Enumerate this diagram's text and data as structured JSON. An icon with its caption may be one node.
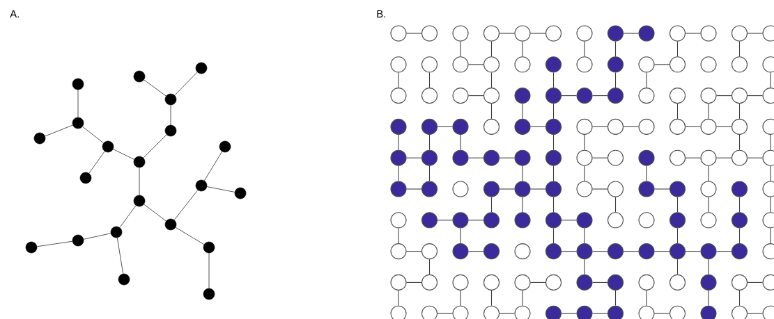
{
  "diagram": {
    "nodes": [
      {
        "text": [],
        "shape": "dot"
      },
      {
        "text": [],
        "shape": "dot"
      },
      {
        "text": [],
        "shape": "dot"
      },
      {
        "text": [],
        "shape": "dot"
      },
      {
        "text": [],
        "shape": "dot"
      },
      {
        "text": [],
        "shape": "dot"
      },
      {
        "text": [],
        "shape": "dot"
      },
      {
        "text": [],
        "shape": "dot"
      },
      {
        "text": [],
        "shape": "dot"
      },
      {
        "text": [],
        "shape": "dot"
      },
      {
        "text": [],
        "shape": "dot"
      },
      {
        "text": [],
        "shape": "dot"
      },
      {
        "text": [],
        "shape": "dot"
      },
      {
        "text": [],
        "shape": "dot"
      },
      {
        "text": [],
        "shape": "dot"
      },
      {
        "text": [],
        "shape": "dot"
      },
      {
        "text": [],
        "shape": "dot"
      },
      {
        "text": [],
        "shape": "dot"
      },
      {
        "text": [],
        "shape": "dot"
      },
      {
        "text": [],
        "shape": "dot"
      },
      {
        "text": [],
        "shape": "dot"
      },
      {
        "text": [],
        "shape": "circle"
      },
      {
        "text": [],
        "shape": "circle"
      },
      {
        "text": [],
        "shape": "circle"
      },
      {
        "text": [],
        "shape": "circle"
      },
      {
        "text": [],
        "shape": "circle"
      },
      {
        "text": [],
        "shape": "circle"
      },
      {
        "text": [],
        "shape": "circle"
      },
      {
        "text": [],
        "shape": "dot"
      },
      {
        "text": [],
        "shape": "dot"
      },
      {
        "text": [],
        "shape": "circle"
      },
      {
        "text": [],
        "shape": "circle"
      },
      {
        "text": [],
        "shape": "circle"
      },
      {
        "text": [],
        "shape": "circle"
      },
      {
        "text": [],
        "shape": "circle"
      },
      {
        "text": [],
        "shape": "circle"
      },
      {
        "text": [],
        "shape": "circle"
      },
      {
        "text": [],
        "shape": "circle"
      },
      {
        "text": [],
        "shape": "circle"
      },
      {
        "text": [],
        "shape": "dot"
      },
      {
        "text": [],
        "shape": "circle"
      },
      {
        "text": [],
        "shape": "dot"
      },
      {
        "text": [],
        "shape": "circle"
      },
      {
        "text": [],
        "shape": "circle"
      },
      {
        "text": [],
        "shape": "circle"
      },
      {
        "text": [],
        "shape": "circle"
      },
      {
        "text": [],
        "shape": "circle"
      },
      {
        "text": [],
        "shape": "circle"
      },
      {
        "text": [],
        "shape": "circle"
      },
      {
        "text": [],
        "shape": "circle"
      },
      {
        "text": [],
        "shape": "circle"
      },
      {
        "text": [],
        "shape": "dot"
      },
      {
        "text": [],
        "shape": "dot"
      },
      {
        "text": [],
        "shape": "dot"
      },
      {
        "text": [],
        "shape": "dot"
      },
      {
        "text": [],
        "shape": "circle"
      },
      {
        "text": [],
        "shape": "circle"
      },
      {
        "text": [],
        "shape": "circle"
      },
      {
        "text": [],
        "shape": "circle"
      },
      {
        "text": [],
        "shape": "circle"
      },
      {
        "text": [],
        "shape": "dot"
      },
      {
        "text": [],
        "shape": "dot"
      },
      {
        "text": [],
        "shape": "dot"
      },
      {
        "text": [],
        "shape": "circle"
      },
      {
        "text": [],
        "shape": "dot"
      },
      {
        "text": [],
        "shape": "dot"
      },
      {
        "text": [],
        "shape": "circle"
      },
      {
        "text": [],
        "shape": "circle"
      },
      {
        "text": [],
        "shape": "circle"
      },
      {
        "text": [],
        "shape": "circle"
      },
      {
        "text": [],
        "shape": "circle"
      },
      {
        "text": [],
        "shape": "circle"
      },
      {
        "text": [],
        "shape": "circle"
      },
      {
        "text": [],
        "shape": "dot"
      },
      {
        "text": [],
        "shape": "dot"
      },
      {
        "text": [],
        "shape": "dot"
      },
      {
        "text": [],
        "shape": "dot"
      },
      {
        "text": [],
        "shape": "dot"
      },
      {
        "text": [],
        "shape": "dot"
      },
      {
        "text": [],
        "shape": "circle"
      },
      {
        "text": [],
        "shape": "circle"
      },
      {
        "text": [],
        "shape": "dot"
      },
      {
        "text": [],
        "shape": "circle"
      },
      {
        "text": [],
        "shape": "circle"
      },
      {
        "text": [],
        "shape": "circle"
      },
      {
        "text": [],
        "shape": "circle"
      },
      {
        "text": [],
        "shape": "dot"
      },
      {
        "text": [],
        "shape": "dot"
      },
      {
        "text": [],
        "shape": "circle"
      },
      {
        "text": [],
        "shape": "dot"
      },
      {
        "text": [],
        "shape": "dot"
      },
      {
        "text": [],
        "shape": "dot"
      },
      {
        "text": [],
        "shape": "circle"
      },
      {
        "text": [],
        "shape": "circle"
      },
      {
        "text": [],
        "shape": "dot"
      },
      {
        "text": [],
        "shape": "dot"
      },
      {
        "text": [],
        "shape": "circle"
      },
      {
        "text": [],
        "shape": "dot"
      },
      {
        "text": [],
        "shape": "circle"
      },
      {
        "text": [],
        "shape": "circle"
      },
      {
        "text": [],
        "shape": "dot"
      },
      {
        "text": [],
        "shape": "dot"
      },
      {
        "text": [],
        "shape": "dot"
      },
      {
        "text": [],
        "shape": "dot"
      },
      {
        "text": [],
        "shape": "dot"
      },
      {
        "text": [],
        "shape": "dot"
      },
      {
        "text": [],
        "shape": "circle"
      },
      {
        "text": [],
        "shape": "circle"
      },
      {
        "text": [],
        "shape": "dot"
      },
      {
        "text": [],
        "shape": "circle"
      },
      {
        "text": [],
        "shape": "dot"
      },
      {
        "text": [],
        "shape": "circle"
      },
      {
        "text": [],
        "shape": "circle"
      },
      {
        "text": [],
        "shape": "circle"
      },
      {
        "text": [],
        "shape": "dot"
      },
      {
        "text": [],
        "shape": "dot"
      },
      {
        "text": [],
        "shape": "circle"
      },
      {
        "text": [],
        "shape": "dot"
      },
      {
        "text": [],
        "shape": "dot"
      },
      {
        "text": [],
        "shape": "dot"
      },
      {
        "text": [],
        "shape": "dot"
      },
      {
        "text": [],
        "shape": "dot"
      },
      {
        "text": [],
        "shape": "dot"
      },
      {
        "text": [],
        "shape": "dot"
      },
      {
        "text": [],
        "shape": "circle"
      },
      {
        "text": [],
        "shape": "circle"
      },
      {
        "text": [],
        "shape": "circle"
      },
      {
        "text": [],
        "shape": "circle"
      },
      {
        "text": [],
        "shape": "circle"
      },
      {
        "text": [],
        "shape": "circle"
      },
      {
        "text": [],
        "shape": "circle"
      },
      {
        "text": [],
        "shape": "dot"
      },
      {
        "text": [],
        "shape": "dot"
      },
      {
        "text": [],
        "shape": "circle"
      },
      {
        "text": [],
        "shape": "circle"
      },
      {
        "text": [],
        "shape": "dot"
      },
      {
        "text": [],
        "shape": "circle"
      },
      {
        "text": [],
        "shape": "circle"
      },
      {
        "text": [],
        "shape": "circle"
      },
      {
        "text": [],
        "shape": "circle"
      },
      {
        "text": [],
        "shape": "circle"
      },
      {
        "text": [],
        "shape": "circle"
      },
      {
        "text": [],
        "shape": "circle"
      },
      {
        "text": [],
        "shape": "dot"
      },
      {
        "text": [],
        "shape": "dot"
      },
      {
        "text": [],
        "shape": "dot"
      },
      {
        "text": [],
        "shape": "circle"
      },
      {
        "text": [],
        "shape": "circle"
      },
      {
        "text": [],
        "shape": "dot"
      },
      {
        "text": [],
        "shape": "circle"
      },
      {
        "text": [],
        "shape": "circle"
      }
    ],
    "edges": [
      {
        "from": 0,
        "to": 2,
        "arrow": "none"
      },
      {
        "from": 1,
        "to": 2,
        "arrow": "none"
      },
      {
        "from": 2,
        "to": 6,
        "arrow": "none"
      },
      {
        "from": 6,
        "to": 9,
        "arrow": "none"
      },
      {
        "from": 3,
        "to": 4,
        "arrow": "none"
      },
      {
        "from": 4,
        "to": 5,
        "arrow": "none"
      },
      {
        "from": 4,
        "to": 7,
        "arrow": "none"
      },
      {
        "from": 7,
        "to": 9,
        "arrow": "none"
      },
      {
        "from": 7,
        "to": 10,
        "arrow": "none"
      },
      {
        "from": 9,
        "to": 13,
        "arrow": "none"
      },
      {
        "from": 13,
        "to": 15,
        "arrow": "none"
      },
      {
        "from": 13,
        "to": 14,
        "arrow": "none"
      },
      {
        "from": 15,
        "to": 16,
        "arrow": "none"
      },
      {
        "from": 16,
        "to": 17,
        "arrow": "none"
      },
      {
        "from": 15,
        "to": 19,
        "arrow": "none"
      },
      {
        "from": 14,
        "to": 11,
        "arrow": "none"
      },
      {
        "from": 11,
        "to": 8,
        "arrow": "none"
      },
      {
        "from": 11,
        "to": 12,
        "arrow": "none"
      },
      {
        "from": 14,
        "to": 18,
        "arrow": "none"
      },
      {
        "from": 18,
        "to": 20,
        "arrow": "none"
      },
      {
        "from": 21,
        "to": 22,
        "arrow": "none"
      },
      {
        "from": 24,
        "to": 25,
        "arrow": "none"
      },
      {
        "from": 25,
        "to": 26,
        "arrow": "none"
      },
      {
        "from": 28,
        "to": 29,
        "arrow": "none"
      },
      {
        "from": 30,
        "to": 31,
        "arrow": "none"
      },
      {
        "from": 32,
        "to": 33,
        "arrow": "none"
      },
      {
        "from": 36,
        "to": 37,
        "arrow": "none"
      },
      {
        "from": 42,
        "to": 43,
        "arrow": "none"
      },
      {
        "from": 49,
        "to": 50,
        "arrow": "none"
      },
      {
        "from": 52,
        "to": 53,
        "arrow": "none"
      },
      {
        "from": 53,
        "to": 54,
        "arrow": "none"
      },
      {
        "from": 57,
        "to": 58,
        "arrow": "none"
      },
      {
        "from": 58,
        "to": 59,
        "arrow": "none"
      },
      {
        "from": 61,
        "to": 62,
        "arrow": "none"
      },
      {
        "from": 64,
        "to": 65,
        "arrow": "none"
      },
      {
        "from": 66,
        "to": 67,
        "arrow": "none"
      },
      {
        "from": 67,
        "to": 68,
        "arrow": "none"
      },
      {
        "from": 69,
        "to": 70,
        "arrow": "none"
      },
      {
        "from": 70,
        "to": 71,
        "arrow": "none"
      },
      {
        "from": 73,
        "to": 74,
        "arrow": "none"
      },
      {
        "from": 75,
        "to": 76,
        "arrow": "none"
      },
      {
        "from": 76,
        "to": 77,
        "arrow": "none"
      },
      {
        "from": 79,
        "to": 80,
        "arrow": "none"
      },
      {
        "from": 82,
        "to": 83,
        "arrow": "none"
      },
      {
        "from": 83,
        "to": 84,
        "arrow": "none"
      },
      {
        "from": 84,
        "to": 85,
        "arrow": "none"
      },
      {
        "from": 86,
        "to": 87,
        "arrow": "none"
      },
      {
        "from": 89,
        "to": 90,
        "arrow": "none"
      },
      {
        "from": 90,
        "to": 91,
        "arrow": "none"
      },
      {
        "from": 92,
        "to": 93,
        "arrow": "none"
      },
      {
        "from": 94,
        "to": 95,
        "arrow": "none"
      },
      {
        "from": 100,
        "to": 101,
        "arrow": "none"
      },
      {
        "from": 101,
        "to": 102,
        "arrow": "none"
      },
      {
        "from": 104,
        "to": 105,
        "arrow": "none"
      },
      {
        "from": 112,
        "to": 113,
        "arrow": "none"
      },
      {
        "from": 114,
        "to": 115,
        "arrow": "none"
      },
      {
        "from": 117,
        "to": 118,
        "arrow": "none"
      },
      {
        "from": 118,
        "to": 119,
        "arrow": "none"
      },
      {
        "from": 119,
        "to": 120,
        "arrow": "none"
      },
      {
        "from": 120,
        "to": 121,
        "arrow": "none"
      },
      {
        "from": 121,
        "to": 122,
        "arrow": "none"
      },
      {
        "from": 122,
        "to": 123,
        "arrow": "none"
      },
      {
        "from": 125,
        "to": 126,
        "arrow": "none"
      },
      {
        "from": 129,
        "to": 130,
        "arrow": "none"
      },
      {
        "from": 131,
        "to": 132,
        "arrow": "none"
      },
      {
        "from": 136,
        "to": 137,
        "arrow": "none"
      },
      {
        "from": 139,
        "to": 140,
        "arrow": "none"
      },
      {
        "from": 141,
        "to": 142,
        "arrow": "none"
      },
      {
        "from": 143,
        "to": 144,
        "arrow": "none"
      },
      {
        "from": 144,
        "to": 145,
        "arrow": "none"
      },
      {
        "from": 146,
        "to": 147,
        "arrow": "none"
      },
      {
        "from": 149,
        "to": 150,
        "arrow": "none"
      },
      {
        "from": 23,
        "to": 36,
        "arrow": "none"
      },
      {
        "from": 24,
        "to": 37,
        "arrow": "none"
      },
      {
        "from": 25,
        "to": 38,
        "arrow": "none"
      },
      {
        "from": 27,
        "to": 40,
        "arrow": "none"
      },
      {
        "from": 28,
        "to": 41,
        "arrow": "none"
      },
      {
        "from": 30,
        "to": 43,
        "arrow": "none"
      },
      {
        "from": 32,
        "to": 45,
        "arrow": "none"
      },
      {
        "from": 34,
        "to": 47,
        "arrow": "none"
      },
      {
        "from": 35,
        "to": 48,
        "arrow": "none"
      },
      {
        "from": 37,
        "to": 50,
        "arrow": "none"
      },
      {
        "from": 39,
        "to": 52,
        "arrow": "none"
      },
      {
        "from": 41,
        "to": 54,
        "arrow": "none"
      },
      {
        "from": 42,
        "to": 55,
        "arrow": "none"
      },
      {
        "from": 46,
        "to": 59,
        "arrow": "none"
      },
      {
        "from": 50,
        "to": 63,
        "arrow": "none"
      },
      {
        "from": 51,
        "to": 64,
        "arrow": "none"
      },
      {
        "from": 52,
        "to": 65,
        "arrow": "none"
      },
      {
        "from": 56,
        "to": 69,
        "arrow": "none"
      },
      {
        "from": 57,
        "to": 70,
        "arrow": "none"
      },
      {
        "from": 58,
        "to": 71,
        "arrow": "none"
      },
      {
        "from": 60,
        "to": 73,
        "arrow": "none"
      },
      {
        "from": 61,
        "to": 74,
        "arrow": "none"
      },
      {
        "from": 62,
        "to": 75,
        "arrow": "none"
      },
      {
        "from": 65,
        "to": 78,
        "arrow": "none"
      },
      {
        "from": 66,
        "to": 79,
        "arrow": "none"
      },
      {
        "from": 71,
        "to": 84,
        "arrow": "none"
      },
      {
        "from": 72,
        "to": 85,
        "arrow": "none"
      },
      {
        "from": 73,
        "to": 86,
        "arrow": "none"
      },
      {
        "from": 74,
        "to": 87,
        "arrow": "none"
      },
      {
        "from": 77,
        "to": 90,
        "arrow": "none"
      },
      {
        "from": 78,
        "to": 91,
        "arrow": "none"
      },
      {
        "from": 79,
        "to": 92,
        "arrow": "none"
      },
      {
        "from": 81,
        "to": 94,
        "arrow": "none"
      },
      {
        "from": 83,
        "to": 96,
        "arrow": "none"
      },
      {
        "from": 85,
        "to": 98,
        "arrow": "none"
      },
      {
        "from": 89,
        "to": 102,
        "arrow": "none"
      },
      {
        "from": 90,
        "to": 103,
        "arrow": "none"
      },
      {
        "from": 91,
        "to": 104,
        "arrow": "none"
      },
      {
        "from": 93,
        "to": 106,
        "arrow": "none"
      },
      {
        "from": 95,
        "to": 108,
        "arrow": "none"
      },
      {
        "from": 96,
        "to": 109,
        "arrow": "none"
      },
      {
        "from": 97,
        "to": 110,
        "arrow": "none"
      },
      {
        "from": 98,
        "to": 111,
        "arrow": "none"
      },
      {
        "from": 99,
        "to": 112,
        "arrow": "none"
      },
      {
        "from": 101,
        "to": 114,
        "arrow": "none"
      },
      {
        "from": 104,
        "to": 117,
        "arrow": "none"
      },
      {
        "from": 105,
        "to": 118,
        "arrow": "none"
      },
      {
        "from": 108,
        "to": 121,
        "arrow": "none"
      },
      {
        "from": 110,
        "to": 123,
        "arrow": "none"
      },
      {
        "from": 111,
        "to": 124,
        "arrow": "none"
      },
      {
        "from": 113,
        "to": 126,
        "arrow": "none"
      },
      {
        "from": 118,
        "to": 131,
        "arrow": "none"
      },
      {
        "from": 121,
        "to": 134,
        "arrow": "none"
      },
      {
        "from": 122,
        "to": 135,
        "arrow": "none"
      },
      {
        "from": 125,
        "to": 138,
        "arrow": "none"
      },
      {
        "from": 127,
        "to": 140,
        "arrow": "none"
      },
      {
        "from": 128,
        "to": 141,
        "arrow": "none"
      },
      {
        "from": 129,
        "to": 142,
        "arrow": "none"
      },
      {
        "from": 132,
        "to": 145,
        "arrow": "none"
      },
      {
        "from": 133,
        "to": 146,
        "arrow": "none"
      },
      {
        "from": 135,
        "to": 148,
        "arrow": "none"
      },
      {
        "from": 136,
        "to": 149,
        "arrow": "none"
      }
    ],
    "labels": [
      "A.",
      "B."
    ]
  }
}
